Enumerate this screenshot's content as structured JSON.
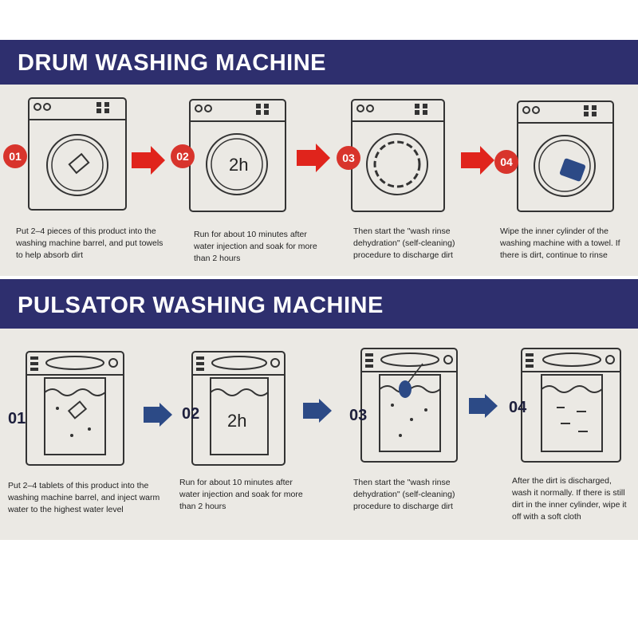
{
  "drum": {
    "title": "DRUM WASHING MACHINE",
    "steps": [
      {
        "num": "01",
        "text": "Put 2–4 pieces of this product into the washing machine barrel, and put towels to help absorb dirt"
      },
      {
        "num": "02",
        "text": "Run for about 10 minutes after water injection and soak for more than 2 hours"
      },
      {
        "num": "03",
        "text": "Then start the \"wash rinse dehydration\" (self-cleaning) procedure to discharge dirt"
      },
      {
        "num": "04",
        "text": "Wipe the inner cylinder of the washing machine with a towel. If there is dirt, continue to rinse"
      }
    ]
  },
  "pulsator": {
    "title": "PULSATOR WASHING MACHINE",
    "steps": [
      {
        "num": "01",
        "text": "Put 2–4 tablets of this product into the washing machine barrel, and inject warm water to the highest water level"
      },
      {
        "num": "02",
        "text": "Run for about 10 minutes after water injection and soak for more than 2 hours"
      },
      {
        "num": "03",
        "text": "Then start the \"wash rinse dehydration\" (self-cleaning) procedure to discharge dirt"
      },
      {
        "num": "04",
        "text": "After the dirt is discharged, wash it normally. If there is still dirt in the inner cylinder, wipe it off with a soft cloth"
      }
    ]
  },
  "soak_label": "2h",
  "colors": {
    "banner": "#2e2f6e",
    "red_arrow": "#e0241c",
    "blue_arrow": "#2c4a86"
  }
}
